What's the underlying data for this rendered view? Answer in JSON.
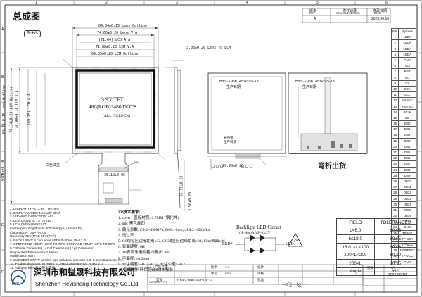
{
  "title_cn": "总成图",
  "rohs": "RoHS",
  "revision": {
    "headers": [
      "版本",
      "修订记录",
      "修改日期"
    ],
    "headers_en": [
      "REV",
      "REVISION RECORD",
      "DATE"
    ],
    "row": [
      "A",
      "",
      "2023.06.16"
    ]
  },
  "dims": {
    "lens_outline": "84.34±0.15 Lens Outline",
    "lens_va": "74.66±0.20 Lens V.A",
    "lcm_aa": "(71.64) LCD A.A",
    "lcm_va": "71.88±0.20 LCM V.A",
    "lcm_outline_w": "69.35±0.20 LCM Outline",
    "lens_h": "84.34±0.15 Lens Outline",
    "lcm_h": "76.34±0.20 LCM Outline",
    "va_h": "70.08±0.20 LCM V.A",
    "aa_h": "(69.75) LCD A.A",
    "fpc_len": "51.95±0.30",
    "fpc_w": "36.12±0.05",
    "pitch_detail": "3.08±0.20 Lens to LCM",
    "fpc_tail": "15.50±0.20",
    "fpc_tail2": "3.50±0.20",
    "fpc_label": "29.90±0.20"
  },
  "lcd": {
    "size": "3.95\"TFT",
    "resolution": "480(RGB)*480 DOTS",
    "angle": "(ALL O'CLOCK)"
  },
  "labels": {
    "white_screw": "白色油墨",
    "product_code_1": "HYS-3.95BT453P015-T3",
    "product_code_2": "生产日期",
    "bend_out": "弯折出货",
    "stiffener_1": "补强带",
    "stiffener_2": "生产日期",
    "fpc_pin": "PIN1"
  },
  "notes": [
    "1. DISPLAY TYPE: 3.95\", TFT-IPS",
    "2. DISPLAY MODE: Normally Black",
    "3. VIEWING DIRECTION: ALL",
    "4. LCM DRIVE IC : ST7701S",
    "5. LCM (White) FAVE  UG:",
    "   Center point Brightness: 300cd/m²(typ) (BBM-7JB)",
    "   Chromaticity: 0.5~+/-0.05",
    "   Uniformity:75%(MIN) 80%(TYP)",
    "6. BACK LIGHT: 6 chip white LEDs If=40mA,Vf=13.2V",
    "7. OPERATING TEMP: -20°C TO 70°C STORAGE TEMP: -30°C TO 80°C",
    "8. * Critical Parameter( ) / Ref Parameter( ) / pk Parameter",
    "   Unspecified Tolerances:±0.30mm",
    "   Modification mark",
    "9. SUGGESTION/TP window size unilateral increase 0.3~0.5mm than LCM A.A",
    "10. Product according to RoHS EC REQUIREMENTS: RoHS 2.0",
    "11. Halogen free, 材料符合环保"
  ],
  "specs": {
    "title": "TP技术要求:",
    "lines": [
      "1.  cover1  盖板材质: 0.7MM (钢化片)",
      "2.  ink:  黑色丝印",
      "3.  偏光参数: CS:2>450MPa, DOL>8um, 4PS:2>450MPa",
      "4.  透过率:",
      "5.  CS视窗区边缘距离≥32, CG油墨区边缘距离≥34, Film表面≥36",
      "6.  表面硬度: 6H",
      "7.  TP表面涂覆附着力要求: 4B;",
      "8.  平面度: ≤0.2mm",
      "9.  未注偏差: ±0.15±0.15, 未注公差: ±0.2",
      "10. 所有材料环保符合RoHS标准"
    ]
  },
  "circuit": {
    "title": "Backlight LED Circuit",
    "sub": "(IF=40mA,VF=13.2V)",
    "led_plus": "LED+",
    "led_minus": "LED-"
  },
  "pins": [
    [
      "1",
      "LEDK"
    ],
    [
      "2",
      "LEDK"
    ],
    [
      "3",
      "LEDA"
    ],
    [
      "4",
      "LEDA"
    ],
    [
      "5",
      "GND"
    ],
    [
      "6",
      "VCI"
    ],
    [
      "7",
      "RST"
    ],
    [
      "8",
      "NC"
    ],
    [
      "9",
      "CS"
    ],
    [
      "10",
      "SDA"
    ],
    [
      "11",
      "SCL"
    ],
    [
      "12",
      "VSYNC"
    ],
    [
      "13",
      "HSYNC"
    ],
    [
      "14",
      "PCLK"
    ],
    [
      "15",
      "DE"
    ],
    [
      "16",
      "DB0"
    ],
    [
      "17",
      "DB1"
    ],
    [
      "18",
      "DB2"
    ],
    [
      "19",
      "DB3"
    ],
    [
      "20",
      "DB4"
    ],
    [
      "21",
      "DB5"
    ],
    [
      "22",
      "DB6"
    ],
    [
      "23",
      "DB7"
    ],
    [
      "24",
      "DB8"
    ],
    [
      "25",
      "DB9"
    ],
    [
      "26",
      "DB10"
    ],
    [
      "27",
      "DB11"
    ],
    [
      "28",
      "DB12"
    ],
    [
      "29",
      "DB13"
    ],
    [
      "30",
      "DB14"
    ],
    [
      "31",
      "DB15"
    ],
    [
      "32",
      "DB16"
    ],
    [
      "33",
      "DB17"
    ],
    [
      "34",
      "GND"
    ],
    [
      "35",
      "TP-INT"
    ],
    [
      "36",
      "TP-SDA"
    ],
    [
      "37",
      "TP-SCL"
    ],
    [
      "38",
      "TP-RESET"
    ],
    [
      "39",
      "TP-VCC"
    ],
    [
      "40",
      "GND"
    ]
  ],
  "pin_header": [
    "PIN",
    "Symbol"
  ],
  "tolerances": {
    "header": [
      "FIELD",
      "TOLERANCES"
    ],
    "rows": [
      [
        "L<6.0",
        "±0.03"
      ],
      [
        "6≤18.0",
        "±0.05"
      ],
      [
        "18.01<L<100",
        "±0.08"
      ],
      [
        "100<L<200",
        "±0.10"
      ],
      [
        "200<L",
        "±0.15"
      ],
      [
        "Angle",
        "±1°"
      ]
    ]
  },
  "title_block": {
    "product_label": "产品名称",
    "product_label_en": "PROJECT NAME",
    "part_label": "型号",
    "part_label_en": "MATERIAL TYPE",
    "part_no": "HYS-3.95BT453P015-T3",
    "scale_label": "比例",
    "scale": "1:1",
    "unit_label": "单位",
    "unit": "mm",
    "date": "2023.06.16",
    "sheet_label": "页数",
    "sheet": "1/1",
    "approve": [
      "设计",
      "审核",
      "批准"
    ]
  },
  "company": {
    "logo": "HYS",
    "name_cn": "深圳市和镒晟科技有限公司",
    "name_en": "Shenzhen Heyisheng Technology Co.,Ltd"
  },
  "grid": {
    "cols": [
      "1",
      "2",
      "3",
      "4",
      "5",
      "6"
    ],
    "rows": [
      "A",
      "B",
      "C",
      "D",
      "E",
      "F"
    ]
  }
}
